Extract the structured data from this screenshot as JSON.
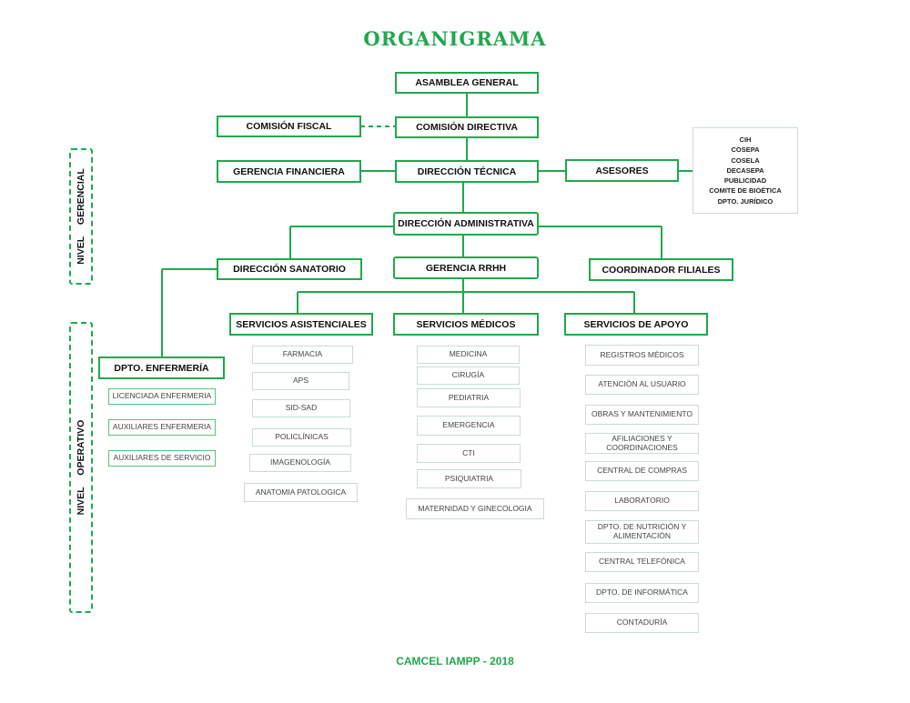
{
  "title": "ORGANIGRAMA",
  "footer": "CAMCEL IAMPP - 2018",
  "levels": {
    "gerencial": "NIVEL GERENCIAL",
    "operativo": "NIVEL OPERATIVO"
  },
  "top": {
    "asamblea": "ASAMBLEA GENERAL",
    "comision_directiva": "COMISIÓN DIRECTIVA",
    "comision_fiscal": "COMISIÓN FISCAL",
    "direccion_tecnica": "DIRECCIÓN TÉCNICA",
    "gerencia_financiera": "GERENCIA FINANCIERA",
    "asesores": "ASESORES",
    "direccion_administrativa": "DIRECCIÓN ADMINISTRATIVA",
    "direccion_sanatorio": "DIRECCIÓN SANATORIO",
    "gerencia_rrhh": "GERENCIA RRHH",
    "coordinador_filiales": "COORDINADOR FILIALES"
  },
  "advisors": [
    "CIH",
    "COSEPA",
    "COSELA",
    "DECASEPA",
    "PUBLICIDAD",
    "COMITE DE BIOÉTICA",
    "DPTO. JURÍDICO"
  ],
  "operativo": {
    "enfermeria": {
      "label": "DPTO. ENFERMERÍA",
      "items": [
        "LICENCIADA ENFERMERIA",
        "AUXILIARES ENFERMERIA",
        "AUXILIARES DE SERVICIO"
      ]
    },
    "asistenciales": {
      "label": "SERVICIOS ASISTENCIALES",
      "items": [
        "FARMACIA",
        "APS",
        "SID-SAD",
        "POLICLÍNICAS",
        "IMAGENOLOGÍA",
        "ANATOMIA PATOLOGICA"
      ]
    },
    "medicos": {
      "label": "SERVICIOS MÉDICOS",
      "items": [
        "MEDICINA",
        "CIRUGÍA",
        "PEDIATRIA",
        "EMERGENCIA",
        "CTI",
        "PSIQUIATRIA",
        "MATERNIDAD Y GINECOLOGIA"
      ]
    },
    "apoyo": {
      "label": "SERVICIOS DE APOYO",
      "items": [
        "REGISTROS MÉDICOS",
        "ATENCIÓN AL USUARIO",
        "OBRAS Y MANTENIMIENTO",
        "AFILIACIONES Y COORDINACIONES",
        "CENTRAL DE COMPRAS",
        "LABORATORIO",
        "DPTO. DE NUTRICIÓN Y ALIMENTACIÓN",
        "CENTRAL TELEFÓNICA",
        "DPTO. DE INFORMÁTICA",
        "CONTADURÍA"
      ]
    }
  }
}
